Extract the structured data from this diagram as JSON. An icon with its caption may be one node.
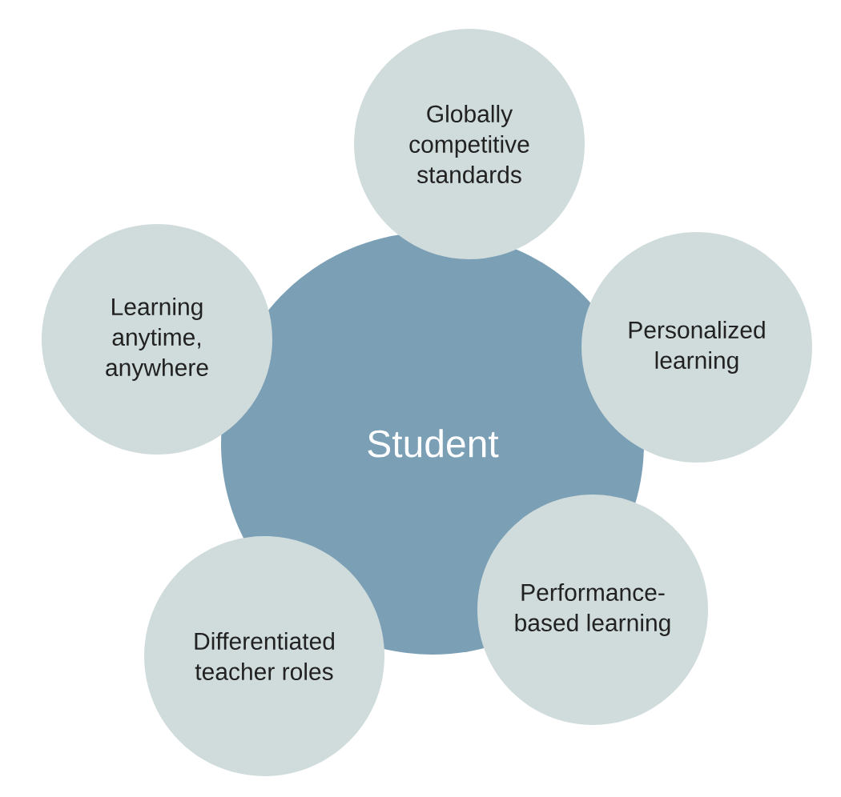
{
  "diagram": {
    "nodes": [
      {
        "text": [
          "Student"
        ]
      },
      {
        "text": [
          "Globally competitive standards"
        ]
      },
      {
        "text": [
          "Personalized learning"
        ]
      },
      {
        "text": [
          "Performance-based learning"
        ]
      },
      {
        "text": [
          "Differentiated teacher roles"
        ]
      },
      {
        "text": [
          "Learning anytime, anywhere"
        ]
      }
    ]
  }
}
